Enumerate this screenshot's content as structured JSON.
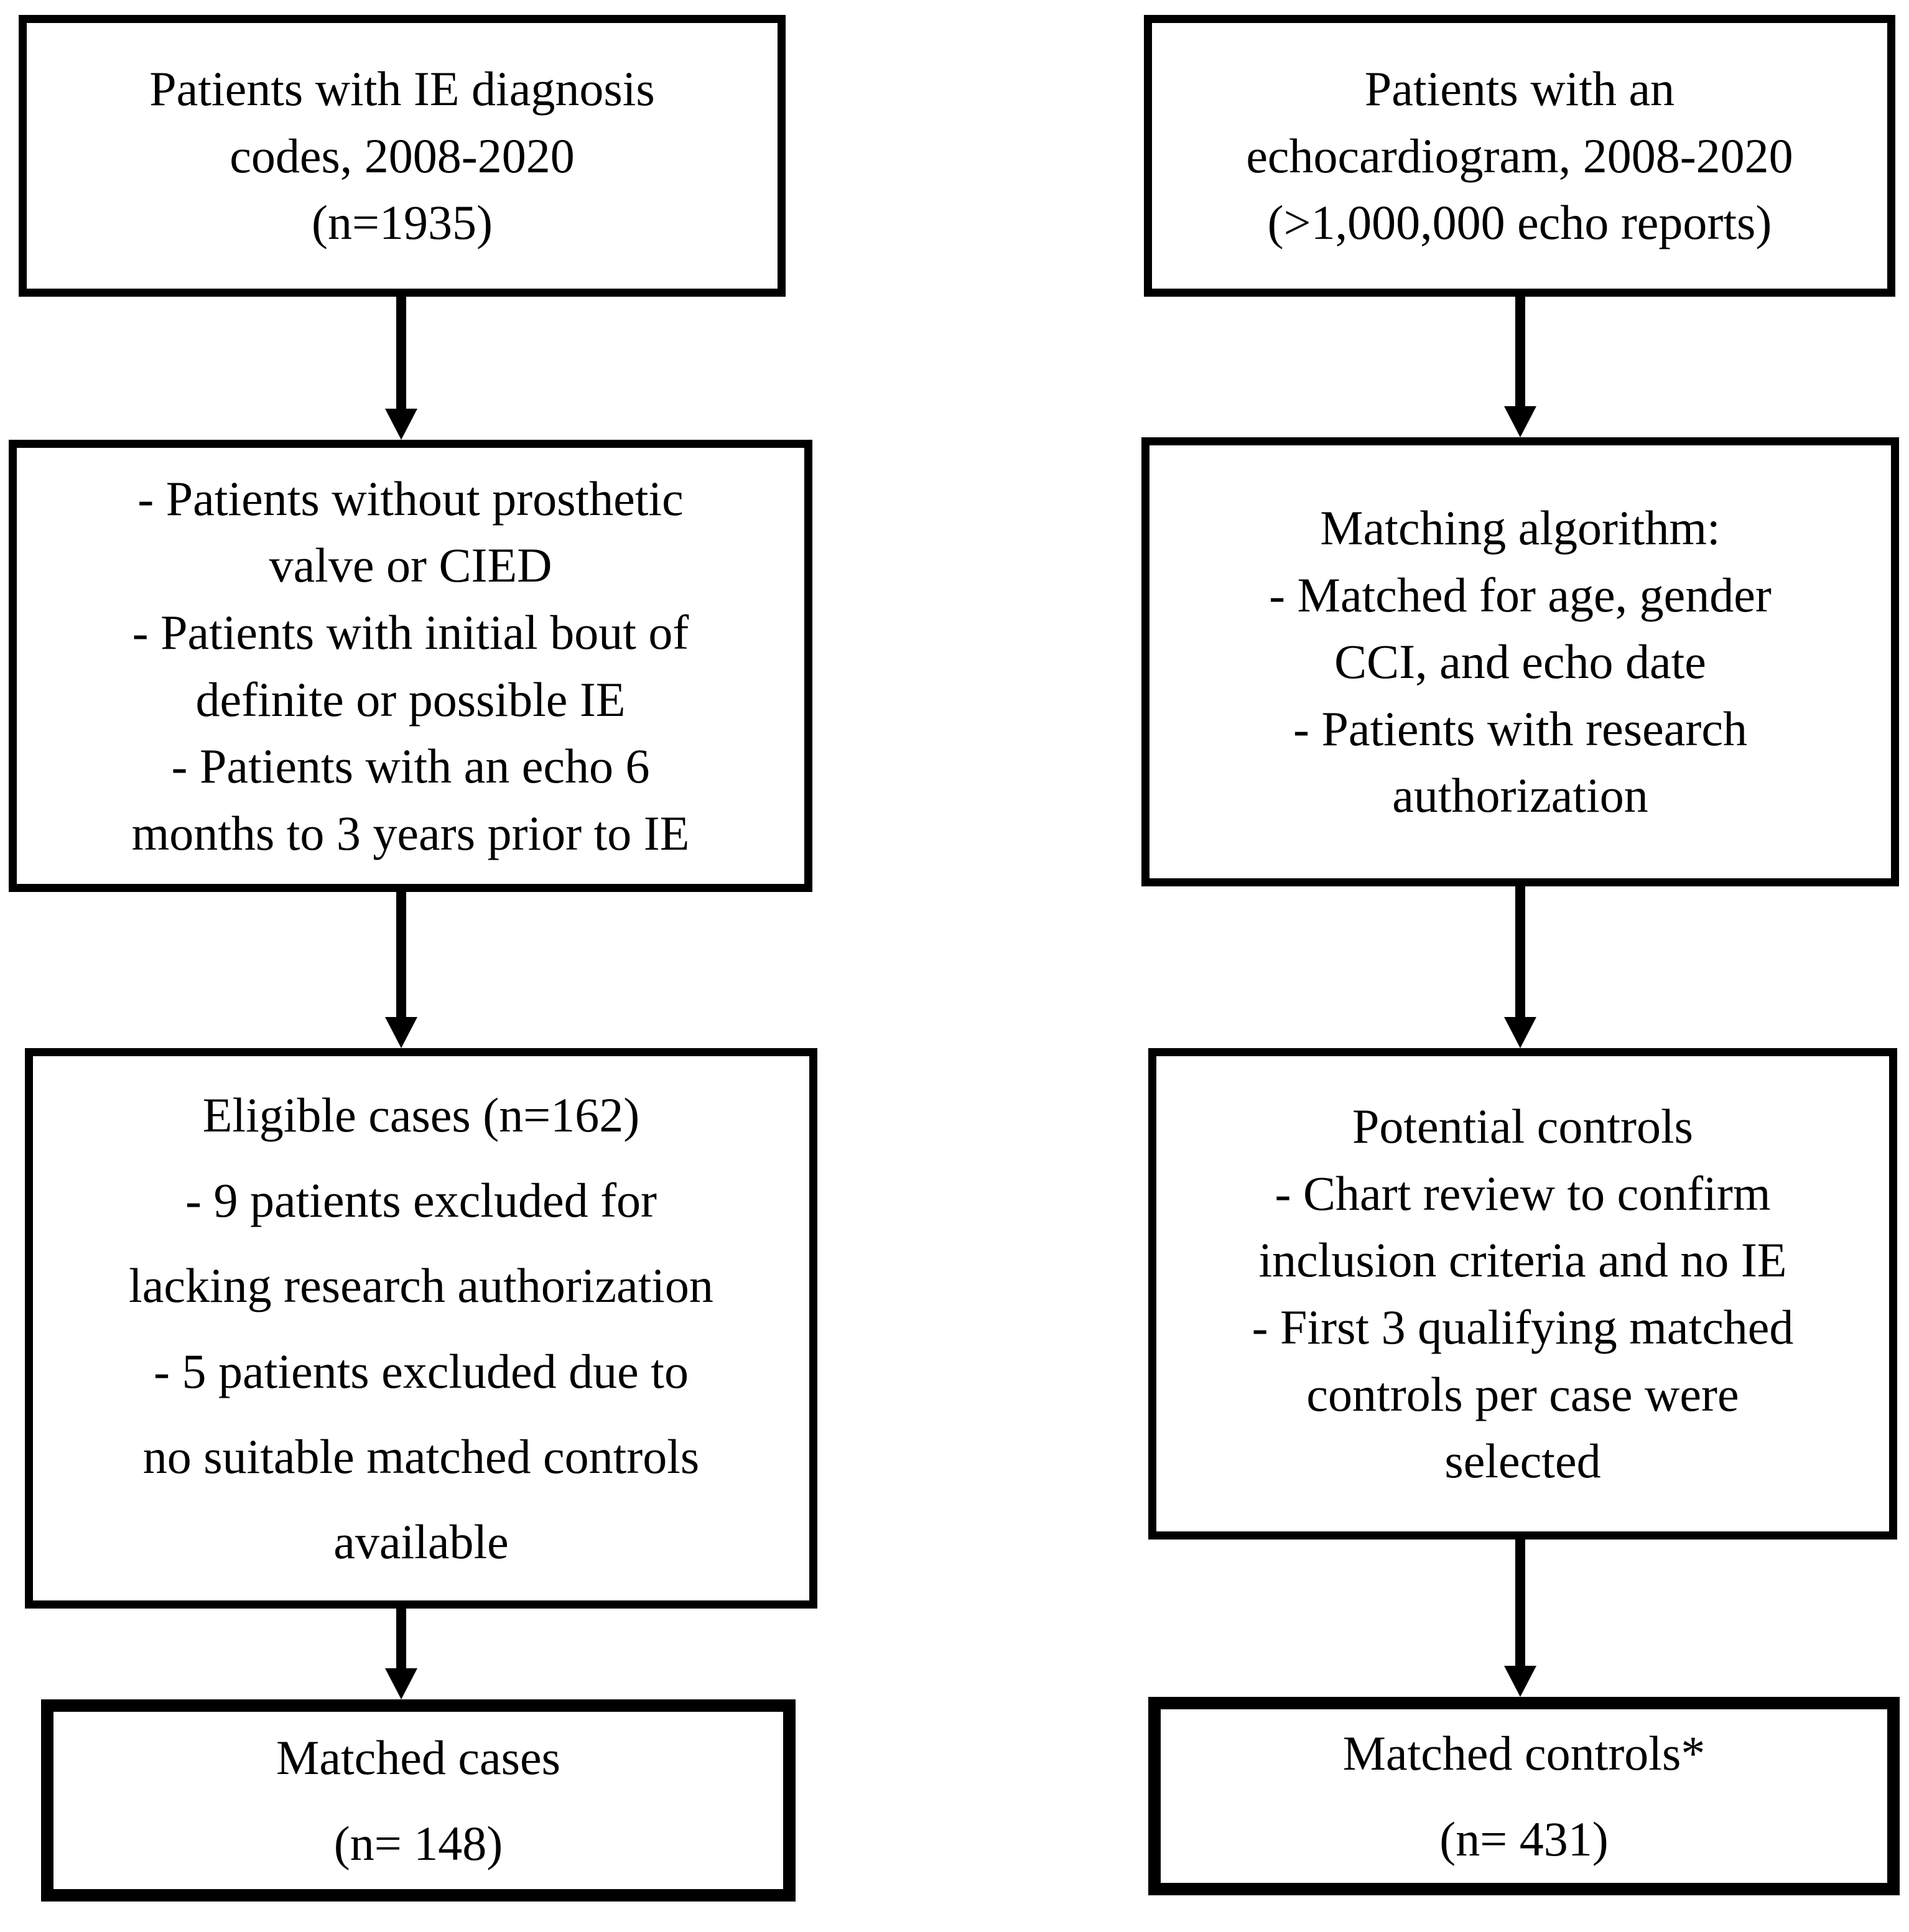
{
  "colors": {
    "background": "#ffffff",
    "box_border": "#000000",
    "text": "#000000",
    "arrow": "#000000"
  },
  "flowchart": {
    "columns": [
      {
        "name": "cases",
        "boxes": [
          {
            "lines": [
              "Patients with IE diagnosis",
              "codes, 2008-2020",
              "(n=1935)"
            ]
          },
          {
            "lines": [
              "- Patients without prosthetic",
              "valve or CIED",
              "- Patients with initial bout of",
              "definite or possible IE",
              "- Patients with an echo 6",
              "months to 3 years prior to IE"
            ]
          },
          {
            "lines": [
              "Eligible cases (n=162)",
              "- 9 patients excluded for",
              "lacking research authorization",
              "- 5 patients excluded due to",
              "no suitable matched controls",
              "available"
            ]
          },
          {
            "lines": [
              "Matched cases",
              "(n= 148)"
            ]
          }
        ]
      },
      {
        "name": "controls",
        "boxes": [
          {
            "lines": [
              "Patients with an",
              "echocardiogram, 2008-2020",
              "(>1,000,000 echo reports)"
            ]
          },
          {
            "lines": [
              "Matching algorithm:",
              "- Matched for age, gender",
              "CCI, and echo date",
              "- Patients with research",
              "authorization"
            ]
          },
          {
            "lines": [
              "Potential controls",
              "- Chart review to confirm",
              "inclusion criteria and no IE",
              "- First 3 qualifying matched",
              "controls per case were",
              "selected"
            ]
          },
          {
            "lines": [
              "Matched controls*",
              "(n= 431)"
            ]
          }
        ]
      }
    ]
  }
}
